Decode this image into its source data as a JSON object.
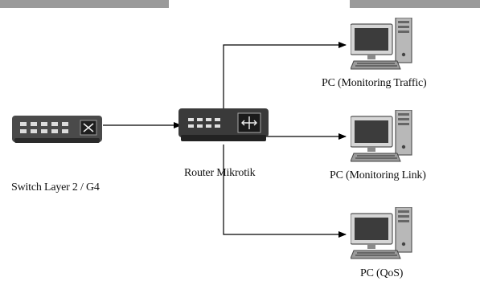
{
  "diagram": {
    "nodes": {
      "switch": {
        "label": "Switch Layer 2 / G4",
        "icon": "network-switch-icon"
      },
      "router": {
        "label": "Router Mikrotik",
        "icon": "router-icon"
      },
      "pc_traffic": {
        "label": "PC (Monitoring Traffic)",
        "icon": "desktop-pc-icon"
      },
      "pc_link": {
        "label": "PC (Monitoring Link)",
        "icon": "desktop-pc-icon"
      },
      "pc_qos": {
        "label": "PC (QoS)",
        "icon": "desktop-pc-icon"
      }
    },
    "edges": [
      {
        "from": "switch",
        "to": "router"
      },
      {
        "from": "router",
        "to": "pc_traffic"
      },
      {
        "from": "router",
        "to": "pc_link"
      },
      {
        "from": "router",
        "to": "pc_qos"
      }
    ],
    "colors": {
      "device_body": "#3a3a3a",
      "line": "#000000",
      "screen_frame": "#cfcfcf"
    }
  }
}
